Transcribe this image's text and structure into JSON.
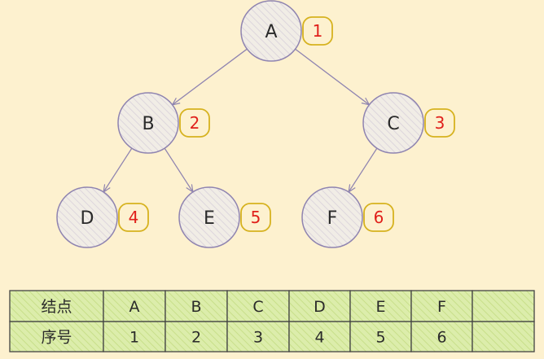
{
  "tree": {
    "nodes": [
      {
        "id": "A",
        "label": "A",
        "order": "1"
      },
      {
        "id": "B",
        "label": "B",
        "order": "2"
      },
      {
        "id": "C",
        "label": "C",
        "order": "3"
      },
      {
        "id": "D",
        "label": "D",
        "order": "4"
      },
      {
        "id": "E",
        "label": "E",
        "order": "5"
      },
      {
        "id": "F",
        "label": "F",
        "order": "6"
      }
    ],
    "edges": [
      [
        "A",
        "B"
      ],
      [
        "A",
        "C"
      ],
      [
        "B",
        "D"
      ],
      [
        "B",
        "E"
      ],
      [
        "C",
        "F"
      ]
    ]
  },
  "table": {
    "rows": [
      {
        "header": "结点",
        "cells": [
          "A",
          "B",
          "C",
          "D",
          "E",
          "F",
          ""
        ]
      },
      {
        "header": "序号",
        "cells": [
          "1",
          "2",
          "3",
          "4",
          "5",
          "6",
          ""
        ]
      }
    ]
  },
  "colors": {
    "background": "#fdf1cf",
    "node_fill": "#ece6e4",
    "node_stroke": "#8f84b0",
    "badge_stroke": "#d6b21f",
    "badge_text": "#e0201b",
    "table_fill": "#d8eaa6",
    "table_stroke": "#444444"
  }
}
